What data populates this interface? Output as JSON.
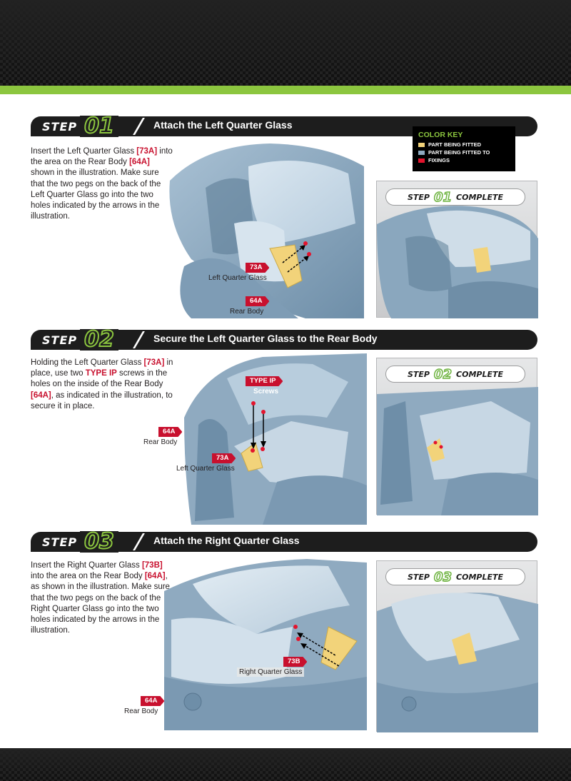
{
  "colors": {
    "accent_green": "#8cc63f",
    "bar_dark": "#1d1d1d",
    "reference_red": "#c8102e",
    "part_fitted": "#f2d37a",
    "part_fitted_to": "#8faac0",
    "fixings": "#e3142d"
  },
  "color_key": {
    "title": "COLOR KEY",
    "items": [
      {
        "label": "PART BEING FITTED",
        "color": "#f2d37a"
      },
      {
        "label": "PART BEING FITTED TO",
        "color": "#8faac0"
      },
      {
        "label": "FIXINGS",
        "color": "#e3142d"
      }
    ]
  },
  "steps": [
    {
      "word": "STEP",
      "number": "01",
      "title": "Attach the Left Quarter Glass",
      "text_parts": [
        "Insert the Left Quarter Glass ",
        "[73A]",
        " into the area on the Rear Body ",
        "[64A]",
        " shown in the illustration. Make sure that the two pegs on the back of the Left Quarter Glass go into the two holes indicated by the arrows in the illustration."
      ],
      "callouts": [
        {
          "tag": "73A",
          "caption": "Left Quarter Glass"
        },
        {
          "tag": "64A",
          "caption": "Rear Body"
        }
      ],
      "complete_word": "STEP",
      "complete_number": "01",
      "complete_suffix": "COMPLETE"
    },
    {
      "word": "STEP",
      "number": "02",
      "title": "Secure the Left Quarter Glass to the Rear Body",
      "text_parts": [
        "Holding the Left Quarter Glass ",
        "[73A]",
        " in place, use two ",
        "TYPE IP",
        " screws in the holes on the inside of the Rear Body ",
        "[64A]",
        ", as indicated in the illustration, to secure it in place."
      ],
      "callouts": [
        {
          "tag": "TYPE IP",
          "caption": "Screws"
        },
        {
          "tag": "64A",
          "caption": "Rear Body"
        },
        {
          "tag": "73A",
          "caption": "Left Quarter Glass"
        }
      ],
      "complete_word": "STEP",
      "complete_number": "02",
      "complete_suffix": "COMPLETE"
    },
    {
      "word": "STEP",
      "number": "03",
      "title": "Attach the Right Quarter Glass",
      "text_parts": [
        "Insert the Right Quarter Glass ",
        "[73B]",
        " into the area on the Rear Body ",
        "[64A]",
        ", as shown in the illustration. Make sure that the two pegs on the back of the Right Quarter Glass go into the two holes indicated by the arrows in the illustration."
      ],
      "callouts": [
        {
          "tag": "73B",
          "caption": "Right Quarter Glass"
        },
        {
          "tag": "64A",
          "caption": "Rear Body"
        }
      ],
      "complete_word": "STEP",
      "complete_number": "03",
      "complete_suffix": "COMPLETE"
    }
  ]
}
